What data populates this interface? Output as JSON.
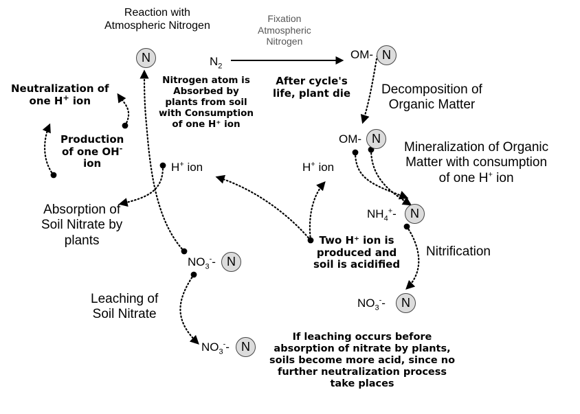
{
  "texts": {
    "reaction_line1": "Reaction with",
    "reaction_line2": "Atmospheric Nitrogen",
    "fixation_line1": "Fixation",
    "fixation_line2": "Atmospheric",
    "fixation_line3": "Nitrogen",
    "n2": "N",
    "n2_sub": "2",
    "om": "OM-",
    "neutral_line1": "Neutralization of",
    "neutral_line2a": "one H",
    "neutral_line2sup": "+",
    "neutral_line2b": " ion",
    "absorbed_lines": [
      "Nitrogen atom is",
      "Absorbed by",
      "plants from soil",
      "with Consumption",
      "of one H⁺ ion"
    ],
    "after_line1": "After cycle's",
    "after_line2": "life, plant die",
    "decomp_line1": "Decomposition of",
    "decomp_line2": "Organic Matter",
    "prod_line1": "Production",
    "prod_line2a": "of one OH",
    "prod_line2sup": "-",
    "prod_line3": "ion",
    "mineral_line1": "Mineralization of Organic",
    "mineral_line2": "Matter with consumption",
    "mineral_line3a": "of one H",
    "mineral_line3sup": "+",
    "mineral_line3b": " ion",
    "h_ion_a": "H",
    "h_ion_sup": "+",
    "h_ion_b": " ion",
    "absorption_line1": "Absorption of",
    "absorption_line2": "Soil Nitrate by",
    "absorption_line3": "plants",
    "nh4_a": "NH",
    "nh4_sub": "4",
    "nh4_sup": "+",
    "nh4_b": "-",
    "no3_a": "NO",
    "no3_sub": "3",
    "no3_sup": "-",
    "no3_b": "-",
    "two_h_line1": "Two H⁺ ion is",
    "two_h_line2": "produced and",
    "two_h_line3": "soil is acidified",
    "nitrification": "Nitrification",
    "leach_line1": "Leaching of",
    "leach_line2": "Soil Nitrate",
    "if_lines": [
      "If leaching occurs before",
      "absorption of nitrate by plants,",
      "soils become more acid, since no",
      "further neutralization process",
      "take places"
    ],
    "atom": "N"
  },
  "colors": {
    "text": "#000000",
    "label_grey": "#555555",
    "atom_fill": "#dcdcdc",
    "atom_border": "#444444"
  }
}
